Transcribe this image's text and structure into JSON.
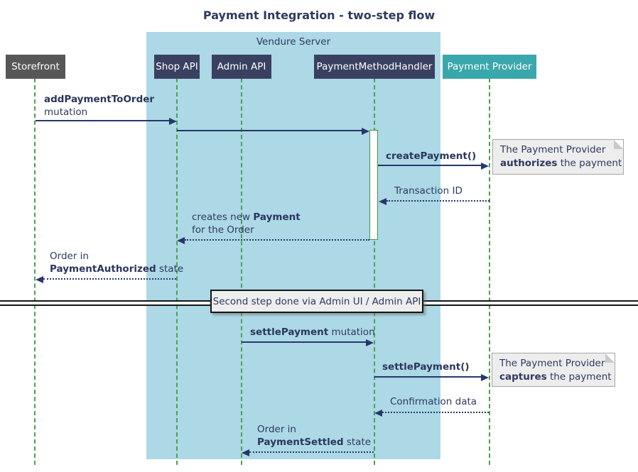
{
  "title": "Payment Integration - two-step flow",
  "frame": {
    "label": "Vendure Server"
  },
  "participants": [
    {
      "id": "storefront",
      "label": "Storefront"
    },
    {
      "id": "shop-api",
      "label": "Shop API"
    },
    {
      "id": "admin-api",
      "label": "Admin API"
    },
    {
      "id": "payment-method-handler",
      "label": "PaymentMethodHandler"
    },
    {
      "id": "payment-provider",
      "label": "Payment Provider"
    }
  ],
  "messages": {
    "add_payment_to_order": {
      "keyword": "addPaymentToOrder",
      "suffix": "mutation"
    },
    "create_payment": {
      "keyword": "createPayment()"
    },
    "transaction_id": {
      "text": "Transaction ID"
    },
    "creates_new_payment": {
      "prefix": "creates new ",
      "keyword": "Payment",
      "line2": "for the Order"
    },
    "order_payment_authorized": {
      "line1": "Order in",
      "keyword": "PaymentAuthorized",
      "suffix": " state"
    },
    "settle_payment_mutation": {
      "keyword": "settlePayment",
      "suffix": " mutation"
    },
    "settle_payment_call": {
      "keyword": "settlePayment()"
    },
    "confirmation_data": {
      "text": "Confirmation data"
    },
    "order_payment_settled": {
      "line1": "Order in",
      "keyword": "PaymentSettled",
      "suffix": " state"
    }
  },
  "notes": {
    "authorize": {
      "line1": "The Payment Provider",
      "keyword": "authorizes",
      "suffix": " the payment"
    },
    "capture": {
      "line1": "The Payment Provider",
      "keyword": "captures",
      "suffix": " the payment"
    }
  },
  "divider": {
    "label": "Second step done via Admin UI / Admin API"
  },
  "colors": {
    "frame_background": "#ADD8E6",
    "participant_navy": "#3A4160",
    "participant_gray": "#575757",
    "participant_teal": "#3AA7AC",
    "lifeline_green": "#4DA14D",
    "activation_border": "#3E9A3E",
    "arrow_navy": "#26376B",
    "text_navy": "#2E3A5E",
    "note_background": "#EDEDED",
    "note_border": "#A6A6A6",
    "divider_line": "#151515",
    "divider_box_background": "#EEEEEE"
  }
}
